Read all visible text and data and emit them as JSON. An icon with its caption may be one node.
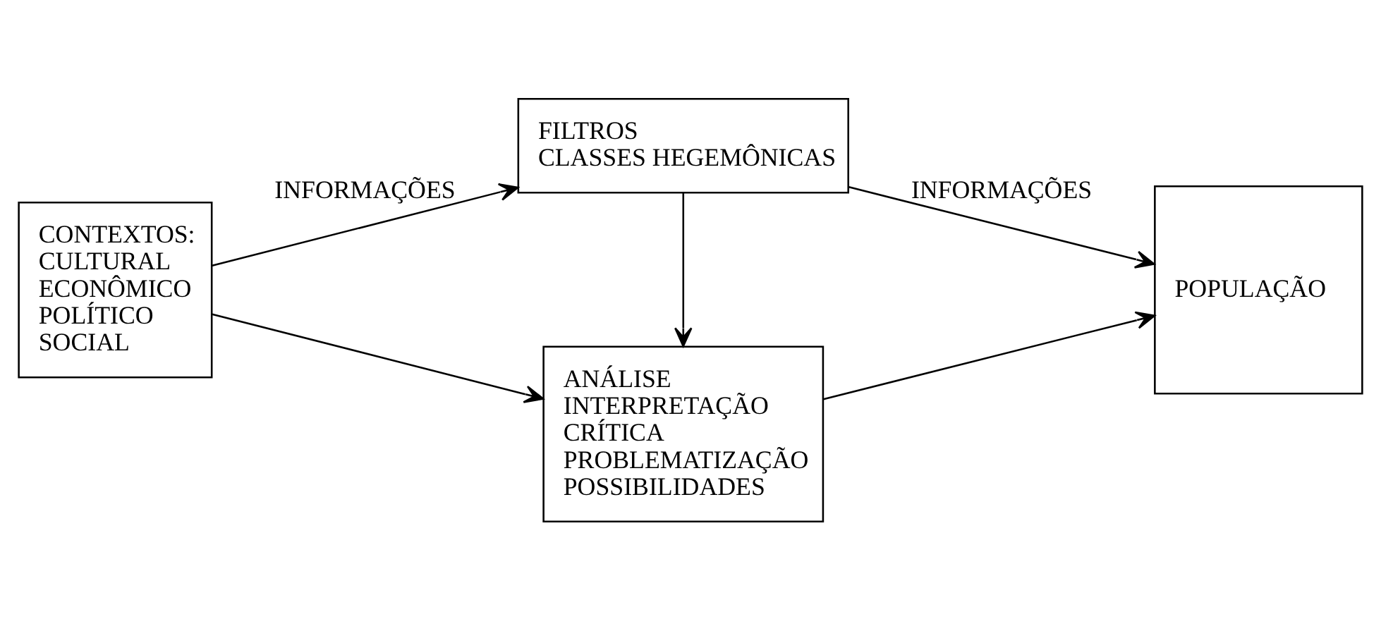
{
  "diagram": {
    "nodes": [
      {
        "text": [
          "CONTEXTOS:",
          "CULTURAL",
          "ECONÔMICO",
          "POLÍTICO",
          "SOCIAL"
        ]
      },
      {
        "text": [
          "FILTROS",
          "CLASSES HEGEMÔNICAS"
        ]
      },
      {
        "text": [
          "POPULAÇÃO"
        ]
      },
      {
        "text": [
          "ANÁLISE",
          "INTERPRETAÇÃO",
          "CRÍTICA",
          "PROBLEMATIZAÇÃO",
          "POSSIBILIDADES"
        ]
      }
    ],
    "edges": [
      {
        "from": 0,
        "to": 1,
        "arrow": "to",
        "label": "INFORMAÇÕES"
      },
      {
        "from": 0,
        "to": 3,
        "arrow": "to"
      },
      {
        "from": 1,
        "to": 2,
        "arrow": "to",
        "label": "INFORMAÇÕES"
      },
      {
        "from": 1,
        "to": 3,
        "arrow": "to"
      },
      {
        "from": 3,
        "to": 2,
        "arrow": "to"
      }
    ]
  }
}
